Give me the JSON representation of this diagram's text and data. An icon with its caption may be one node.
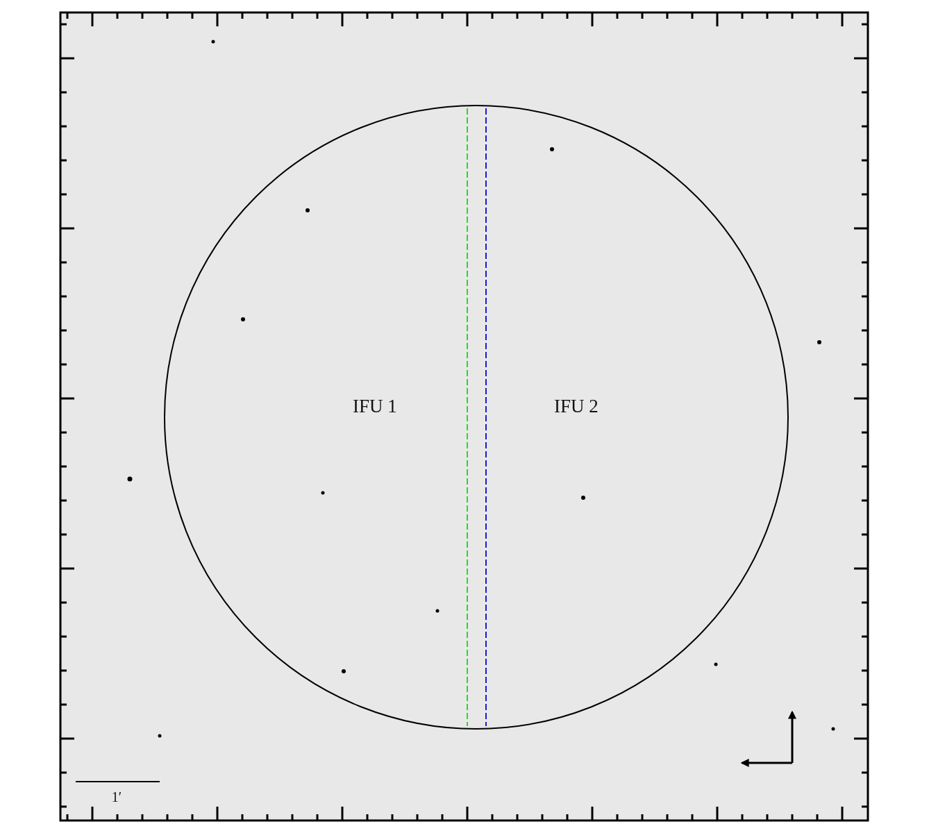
{
  "diagram": {
    "nodes": [
      {
        "text": [
          "IFU 1",
          "IFU 2"
        ]
      }
    ],
    "labels": [
      "1′"
    ]
  }
}
